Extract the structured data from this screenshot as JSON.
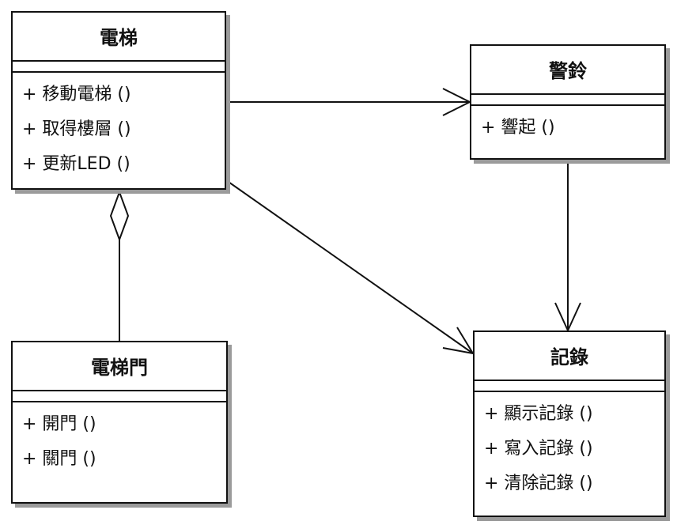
{
  "classes": {
    "elevator": {
      "name": "電梯",
      "operations": [
        "+ 移動電梯 ()",
        "+ 取得樓層 ()",
        "+ 更新LED ()"
      ]
    },
    "alarm": {
      "name": "警鈴",
      "operations": [
        "+ 響起 ()"
      ]
    },
    "elevator_door": {
      "name": "電梯門",
      "operations": [
        "+ 開門 ()",
        "+ 關門 ()"
      ]
    },
    "record": {
      "name": "記錄",
      "operations": [
        "+ 顯示記錄 ()",
        "+ 寫入記錄 ()",
        "+ 清除記錄 ()"
      ]
    }
  },
  "relations": [
    {
      "from": "電梯",
      "to": "警鈴",
      "type": "association"
    },
    {
      "from": "電梯",
      "to": "記錄",
      "type": "association"
    },
    {
      "from": "警鈴",
      "to": "記錄",
      "type": "association"
    },
    {
      "from": "電梯門",
      "to": "電梯",
      "type": "aggregation"
    }
  ]
}
